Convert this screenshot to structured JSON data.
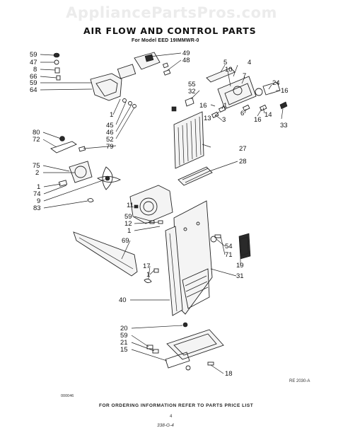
{
  "watermark": "AppliancePartsPros.com",
  "title": "AIR FLOW AND CONTROL PARTS",
  "subtitle": "For Model EED 19IMMWR-0",
  "ordering_note": "FOR ORDERING INFORMATION REFER TO PARTS PRICE LIST",
  "page_number": "4",
  "reference_code": "RE 2030-A",
  "left_code": "000046",
  "bottom_code": "338-G-4",
  "callouts": {
    "c59a": "59",
    "c47": "47",
    "c8": "8",
    "c66": "66",
    "c59b": "59",
    "c64": "64",
    "c49": "49",
    "c48": "48",
    "c5": "5",
    "c4": "4",
    "c10": "10",
    "c7": "7",
    "c55": "55",
    "c32": "32",
    "c24": "24",
    "c16a": "16",
    "c16b": "16",
    "c1a": "1",
    "c13": "13",
    "c3": "3",
    "c6": "6",
    "c16c": "16",
    "c14": "14",
    "c33": "33",
    "c1b": "1",
    "c45": "45",
    "c46": "46",
    "c52": "52",
    "c79": "79",
    "c80": "80",
    "c72": "72",
    "c75": "75",
    "c2": "2",
    "c27": "27",
    "c28": "28",
    "c1c": "1",
    "c74": "74",
    "c9": "9",
    "c83": "83",
    "c11": "11",
    "c59c": "59",
    "c12": "12",
    "c1d": "1",
    "c69": "69",
    "c54": "54",
    "c71": "71",
    "c19": "19",
    "c31": "31",
    "c17": "17",
    "c1e": "1",
    "c40": "40",
    "c20": "20",
    "c59d": "59",
    "c21": "21",
    "c15": "15",
    "c18": "18"
  }
}
